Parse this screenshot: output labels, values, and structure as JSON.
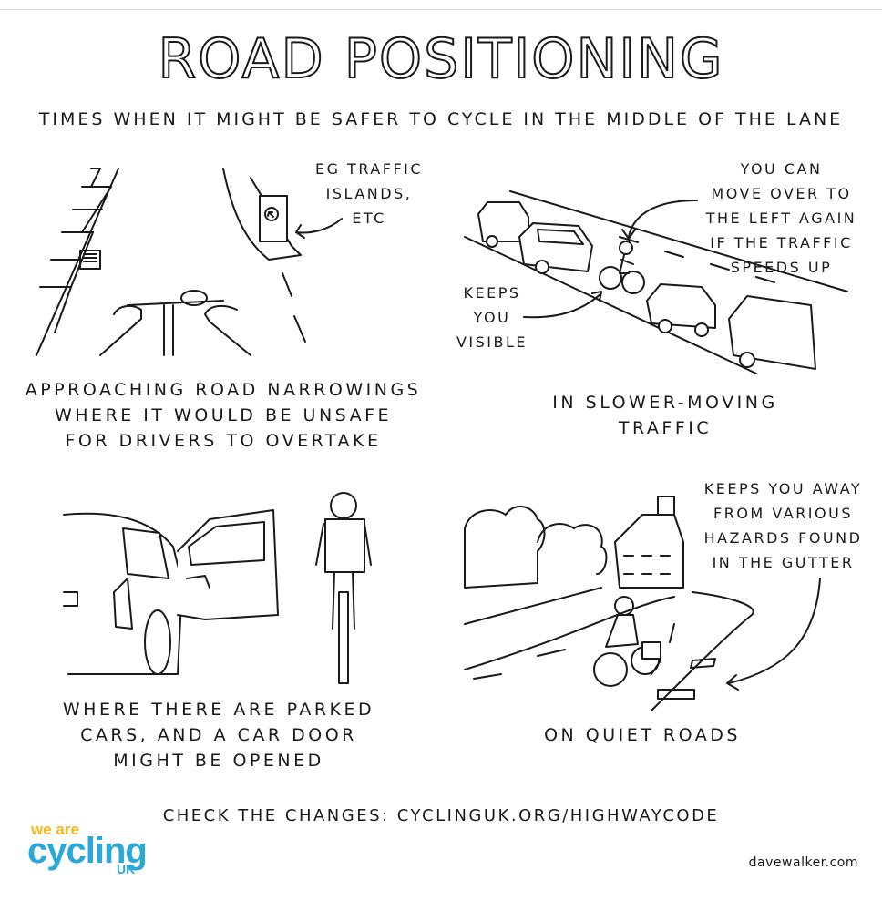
{
  "title": "ROAD POSITIONING",
  "subtitle": "TIMES WHEN IT MIGHT BE SAFER TO CYCLE IN THE MIDDLE OF THE LANE",
  "panels": {
    "narrowings": {
      "note": "EG TRAFFIC\nISLANDS,\nETC",
      "caption": "APPROACHING ROAD NARROWINGS\nWHERE IT WOULD BE UNSAFE\nFOR DRIVERS TO OVERTAKE"
    },
    "slower": {
      "note_right": "YOU CAN\nMOVE OVER TO\nTHE LEFT AGAIN\nIF THE TRAFFIC\nSPEEDS UP",
      "note_left": "KEEPS\nYOU\nVISIBLE",
      "caption": "IN SLOWER-MOVING\nTRAFFIC"
    },
    "parked": {
      "caption": "WHERE THERE ARE PARKED\nCARS, AND A CAR DOOR\nMIGHT BE OPENED"
    },
    "quiet": {
      "note": "KEEPS YOU AWAY\nFROM VARIOUS\nHAZARDS FOUND\nIN THE GUTTER",
      "caption": "ON QUIET ROADS"
    }
  },
  "footer": "CHECK THE CHANGES: CYCLINGUK.ORG/HIGHWAYCODE",
  "logo": {
    "top": "we are",
    "main": "cycling",
    "sub": "UK",
    "color_primary": "#2aa8d8",
    "color_accent": "#f2b81c"
  },
  "credit": "davewalker.com"
}
